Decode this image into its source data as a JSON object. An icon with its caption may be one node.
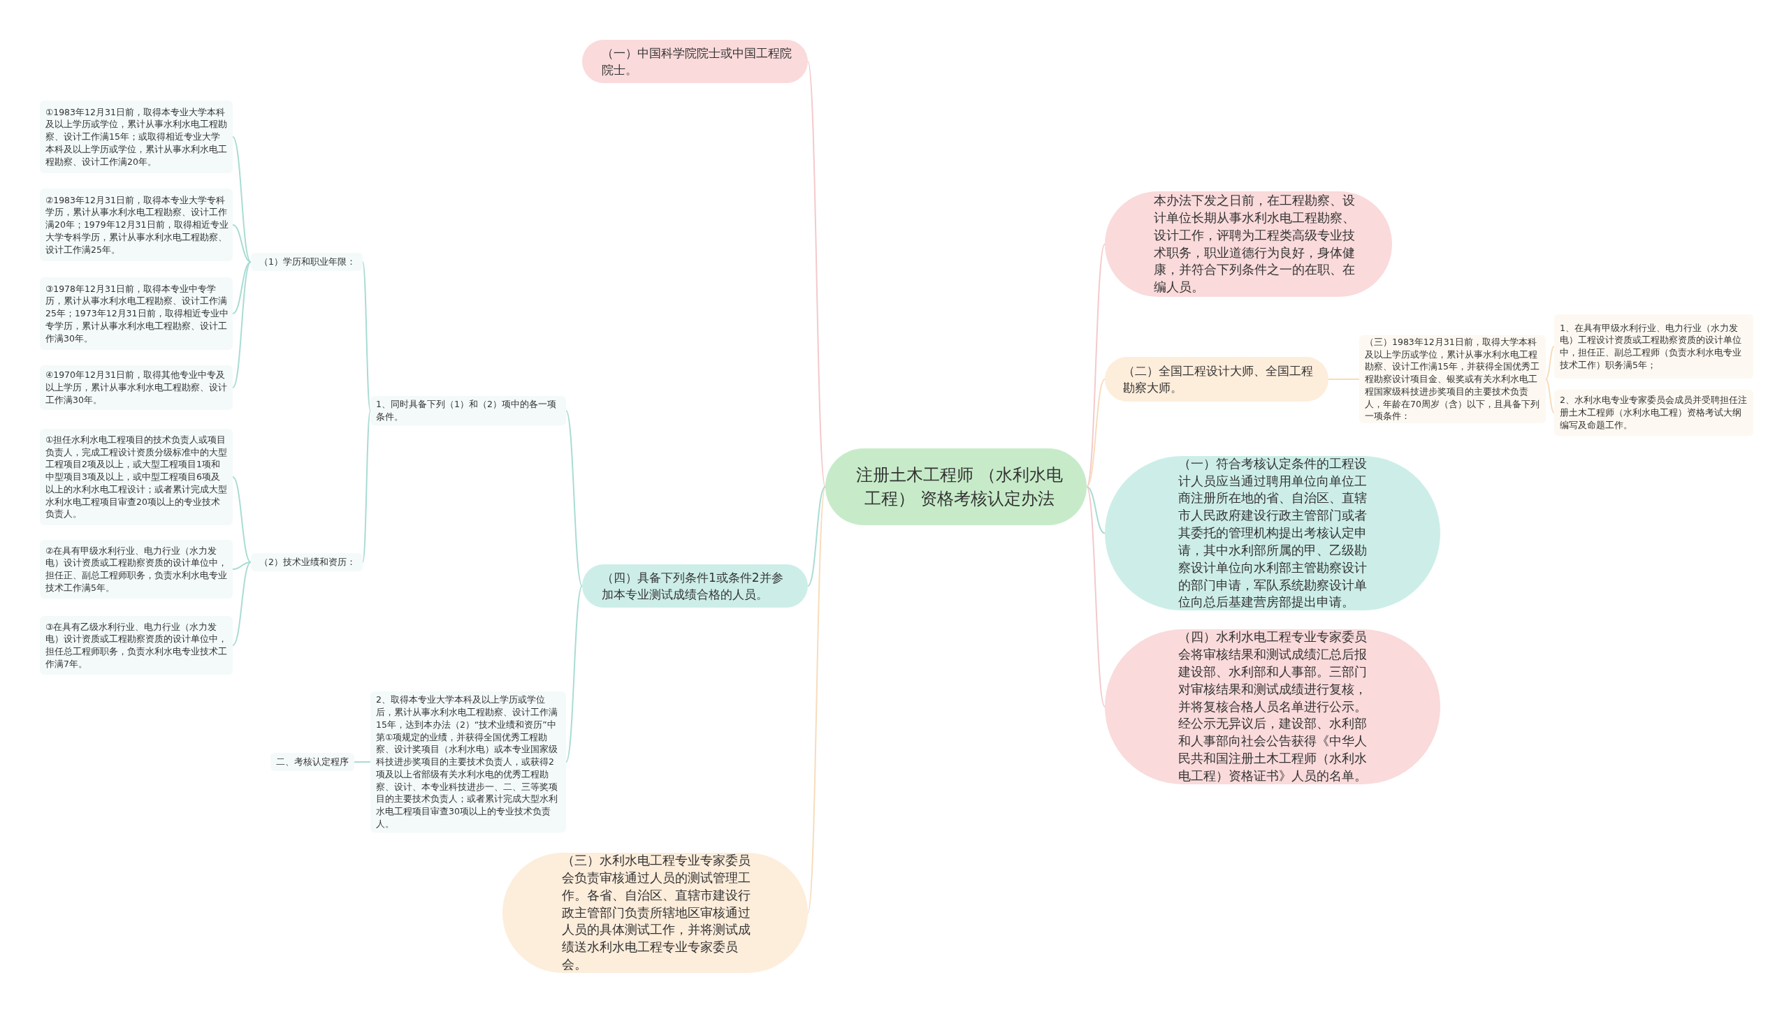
{
  "diagram": {
    "nodes": [
      {
        "text": [
          "注册土木工程师 （水利水电工程） 资格考核认定办法"
        ]
      },
      {
        "text": [
          "（一）中国科学院院士或中国工程院院士。"
        ]
      },
      {
        "text": [
          "本办法下发之日前，在工程勘察、设计单位长期从事水利水电工程勘察、设计工作，评聘为工程类高级专业技术职务，职业道德行为良好，身体健康，并符合下列条件之一的在职、在编人员。"
        ]
      },
      {
        "text": [
          "（二）全国工程设计大师、全国工程勘察大师。"
        ]
      },
      {
        "text": [
          "（三）1983年12月31日前，取得大学本科及以上学历或学位，累计从事水利水电工程勘察、设计工作满15年，并获得全国优秀工程勘察设计项目金、银奖或有关水利水电工程国家级科技进步奖项目的主要技术负责人，年龄在70周岁（含）以下，且具备下列一项条件："
        ]
      },
      {
        "text": [
          "1、在具有甲级水利行业、电力行业（水力发电）工程设计资质或工程勘察资质的设计单位中，担任正、副总工程师（负责水利水电专业技术工作）职务满5年；"
        ]
      },
      {
        "text": [
          "2、水利水电专业专家委员会成员并受聘担任注册土木工程师（水利水电工程）资格考试大纲编写及命题工作。"
        ]
      },
      {
        "text": [
          "（一）符合考核认定条件的工程设计人员应当通过聘用单位向单位工商注册所在地的省、自治区、直辖市人民政府建设行政主管部门或者其委托的管理机构提出考核认定申请，其中水利部所属的甲、乙级勘察设计单位向水利部主管勘察设计的部门申请，军队系统勘察设计单位向总后基建营房部提出申请。"
        ]
      },
      {
        "text": [
          "（四）水利水电工程专业专家委员会将审核结果和测试成绩汇总后报建设部、水利部和人事部。三部门对审核结果和测试成绩进行复核，并将复核合格人员名单进行公示。经公示无异议后，建设部、水利部和人事部向社会公告获得《中华人民共和国注册土木工程师（水利水电工程）资格证书》人员的名单。"
        ]
      },
      {
        "text": [
          "（三）水利水电工程专业专家委员会负责审核通过人员的测试管理工作。各省、自治区、直辖市建设行政主管部门负责所辖地区审核通过人员的具体测试工作，并将测试成绩送水利水电工程专业专家委员会。"
        ]
      },
      {
        "text": [
          "（四）具备下列条件1或条件2并参加本专业测试成绩合格的人员。"
        ]
      },
      {
        "text": [
          "1、同时具备下列（1）和（2）项中的各一项条件。"
        ]
      },
      {
        "text": [
          "（1）学历和职业年限："
        ]
      },
      {
        "text": [
          "①1983年12月31日前，取得本专业大学本科及以上学历或学位，累计从事水利水电工程勘察、设计工作满15年；或取得相近专业大学本科及以上学历或学位，累计从事水利水电工程勘察、设计工作满20年。"
        ]
      },
      {
        "text": [
          "②1983年12月31日前，取得本专业大学专科学历，累计从事水利水电工程勘察、设计工作满20年；1979年12月31日前，取得相近专业大学专科学历，累计从事水利水电工程勘察、设计工作满25年。"
        ]
      },
      {
        "text": [
          "③1978年12月31日前，取得本专业中专学历，累计从事水利水电工程勘察、设计工作满25年；1973年12月31日前，取得相近专业中专学历，累计从事水利水电工程勘察、设计工作满30年。"
        ]
      },
      {
        "text": [
          "④1970年12月31日前，取得其他专业中专及以上学历，累计从事水利水电工程勘察、设计工作满30年。"
        ]
      },
      {
        "text": [
          "（2）技术业绩和资历："
        ]
      },
      {
        "text": [
          "①担任水利水电工程项目的技术负责人或项目负责人，完成工程设计资质分级标准中的大型工程项目2项及以上，或大型工程项目1项和中型项目3项及以上，或中型工程项目6项及以上的水利水电工程设计；或者累计完成大型水利水电工程项目审查20项以上的专业技术负责人。"
        ]
      },
      {
        "text": [
          "②在具有甲级水利行业、电力行业（水力发电）设计资质或工程勘察资质的设计单位中，担任正、副总工程师职务，负责水利水电专业技术工作满5年。"
        ]
      },
      {
        "text": [
          "③在具有乙级水利行业、电力行业（水力发电）设计资质或工程勘察资质的设计单位中，担任总工程师职务，负责水利水电专业技术工作满7年。"
        ]
      },
      {
        "text": [
          "2、取得本专业大学本科及以上学历或学位后，累计从事水利水电工程勘察、设计工作满15年，达到本办法（2）“技术业绩和资历”中第①项规定的业绩，并获得全国优秀工程勘察、设计奖项目（水利水电）或本专业国家级科技进步奖项目的主要技术负责人，或获得2项及以上省部级有关水利水电的优秀工程勘察、设计、本专业科技进步一、二、三等奖项目的主要技术负责人；或者累计完成大型水利水电工程项目审查30项以上的专业技术负责人。"
        ]
      },
      {
        "text": [
          "二、考核认定程序"
        ]
      }
    ],
    "edges": [
      {
        "from": 0,
        "to": 1,
        "arrow": "none",
        "color": "#f4c9cb"
      },
      {
        "from": 0,
        "to": 2,
        "arrow": "none",
        "color": "#f4c9cb"
      },
      {
        "from": 0,
        "to": 3,
        "arrow": "none",
        "color": "#f7dcbc"
      },
      {
        "from": 3,
        "to": 4,
        "arrow": "none",
        "color": "#f7dcbc"
      },
      {
        "from": 4,
        "to": 5,
        "arrow": "none",
        "color": "#f7dcbc"
      },
      {
        "from": 4,
        "to": 6,
        "arrow": "none",
        "color": "#f7dcbc"
      },
      {
        "from": 0,
        "to": 7,
        "arrow": "none"
      },
      {
        "from": 0,
        "to": 8,
        "arrow": "none",
        "color": "#f4c9cb"
      },
      {
        "from": 0,
        "to": 9,
        "arrow": "none",
        "color": "#f7dcbc"
      },
      {
        "from": 0,
        "to": 10,
        "arrow": "none"
      },
      {
        "from": 10,
        "to": 11,
        "arrow": "none"
      },
      {
        "from": 11,
        "to": 12,
        "arrow": "none"
      },
      {
        "from": 12,
        "to": 13,
        "arrow": "none"
      },
      {
        "from": 12,
        "to": 14,
        "arrow": "none"
      },
      {
        "from": 12,
        "to": 15,
        "arrow": "none"
      },
      {
        "from": 12,
        "to": 16,
        "arrow": "none"
      },
      {
        "from": 11,
        "to": 17,
        "arrow": "none"
      },
      {
        "from": 17,
        "to": 18,
        "arrow": "none"
      },
      {
        "from": 17,
        "to": 19,
        "arrow": "none"
      },
      {
        "from": 17,
        "to": 20,
        "arrow": "none"
      },
      {
        "from": 10,
        "to": 21,
        "arrow": "none"
      },
      {
        "from": 21,
        "to": 22,
        "arrow": "none"
      }
    ]
  }
}
